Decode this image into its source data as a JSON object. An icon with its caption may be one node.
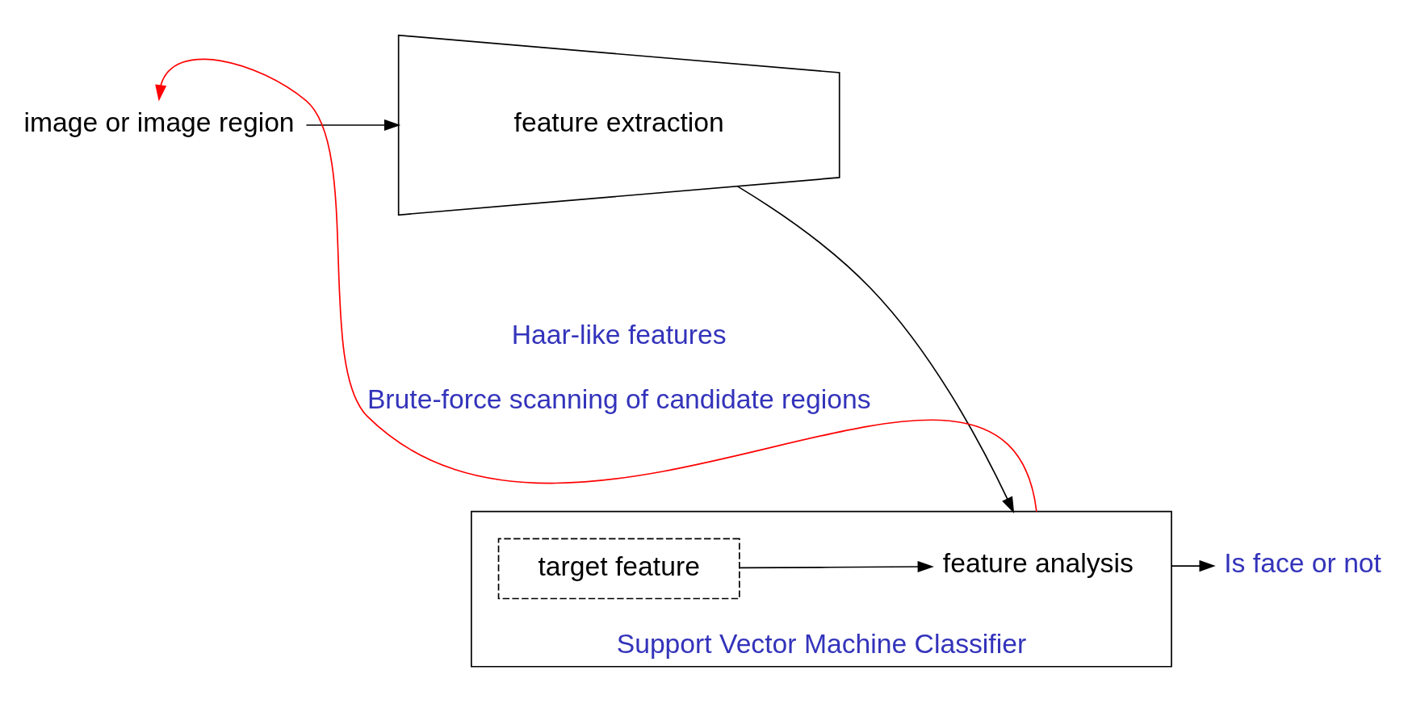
{
  "diagram": {
    "nodes": [
      {
        "text": [
          "image or image region"
        ]
      },
      {
        "text": [
          "feature extraction"
        ],
        "beside": [
          "Haar-like features"
        ]
      },
      {
        "text": [
          "Support Vector Machine Classifier"
        ]
      },
      {
        "text": [
          "feature analysis"
        ],
        "in": 2
      },
      {
        "text": [
          "target feature"
        ],
        "in": 2
      },
      {
        "text": [
          "Is face or not"
        ]
      }
    ],
    "edges": [
      {
        "from": 0,
        "to": 1,
        "arrow": "to"
      },
      {
        "from": 1,
        "to": 2,
        "arrow": "to"
      },
      {
        "from": 4,
        "to": 3,
        "arrow": "to"
      },
      {
        "from": 2,
        "to": 5,
        "arrow": "to"
      },
      {
        "from": 2,
        "to": 0,
        "arrow": "to",
        "label": "Brute-force scanning of candidate regions",
        "color": "#ff0000"
      }
    ]
  }
}
